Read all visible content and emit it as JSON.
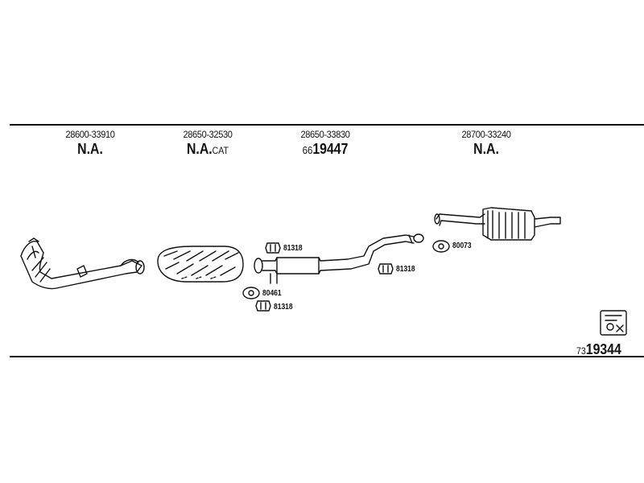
{
  "columns": [
    {
      "part_number": "28600-33910",
      "status": "N.A."
    },
    {
      "part_number": "28650-32530",
      "status": "N.A.",
      "status_suffix": "CAT"
    },
    {
      "part_number": "28650-33830",
      "status_prefix": "66",
      "status": "19447"
    },
    {
      "part_number": "28700-33240",
      "status": "N.A."
    }
  ],
  "callouts": {
    "clamp_upper": "81318",
    "gasket_left": "80461",
    "clamp_lower": "81318",
    "clamp_mid": "81318",
    "gasket_right": "80073"
  },
  "footer": {
    "prefix": "73",
    "number": "19344"
  },
  "icons": [
    "exhaust-manifold-icon",
    "catalytic-converter-icon",
    "center-pipe-icon",
    "rear-muffler-icon",
    "clamp-icon",
    "gasket-icon",
    "document-badge-icon"
  ]
}
